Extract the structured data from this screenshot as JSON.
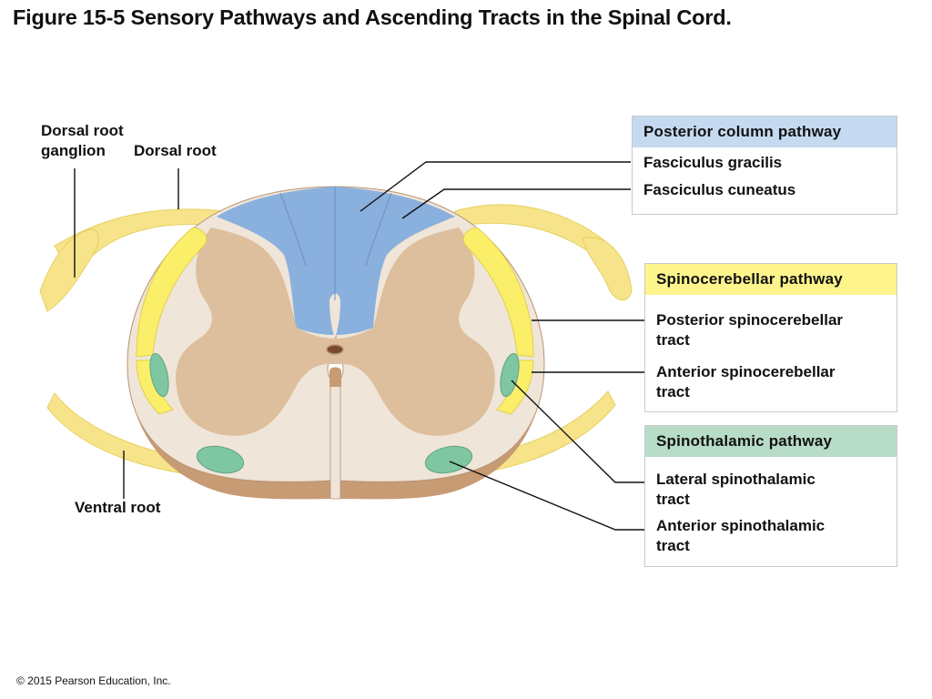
{
  "title": "Figure 15-5 Sensory Pathways and Ascending Tracts in the Spinal Cord.",
  "labels": {
    "dorsal_root_ganglion": [
      "Dorsal root",
      "ganglion"
    ],
    "dorsal_root": "Dorsal root",
    "ventral_root": "Ventral root"
  },
  "boxes": {
    "posterior_column": {
      "heading": "Posterior column pathway",
      "color": "#c5d9f1",
      "items": [
        "Fasciculus gracilis",
        "Fasciculus cuneatus"
      ]
    },
    "spinocerebellar": {
      "heading": "Spinocerebellar pathway",
      "color": "#fdf58c",
      "items": [
        [
          "Posterior spinocerebellar",
          "tract"
        ],
        [
          "Anterior spinocerebellar",
          "tract"
        ]
      ]
    },
    "spinothalamic": {
      "heading": "Spinothalamic pathway",
      "color": "#b7dcc8",
      "items": [
        [
          "Lateral spinothalamic",
          "tract"
        ],
        [
          "Anterior spinothalamic",
          "tract"
        ]
      ]
    }
  },
  "colors": {
    "white_matter": "#efe5d8",
    "gray_matter": "#ddbf9d",
    "posterior_column": "#8ab0dd",
    "spinocerebellar": "#fbef6a",
    "spinothalamic": "#7fc6a2",
    "root": "#f7e48a",
    "cord_side": "#c79b73"
  },
  "copyright": "© 2015 Pearson Education, Inc."
}
